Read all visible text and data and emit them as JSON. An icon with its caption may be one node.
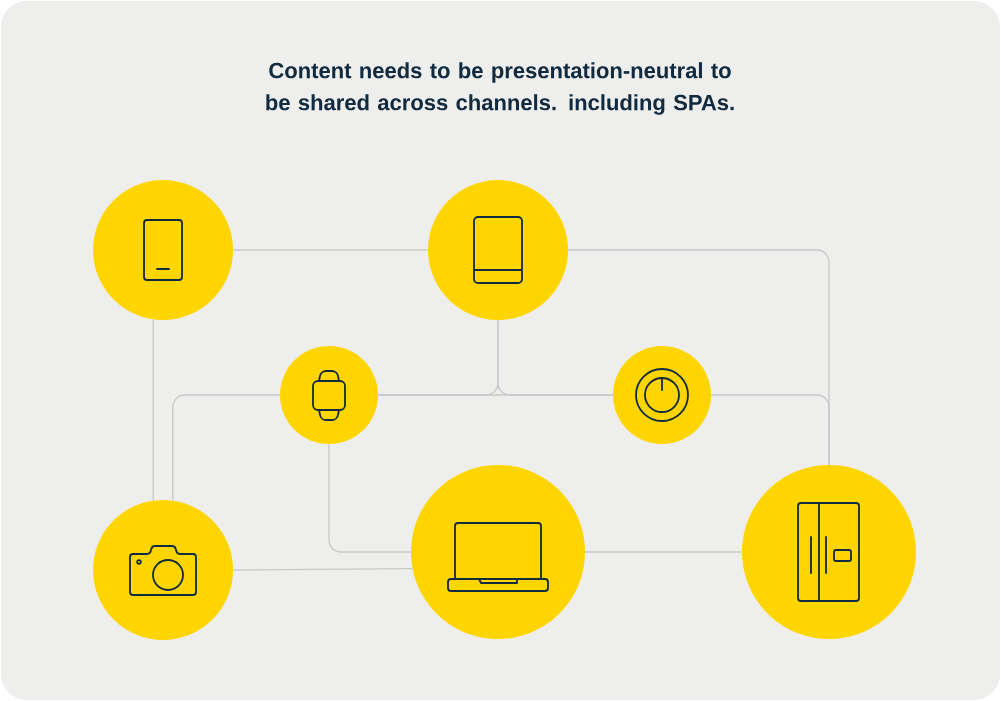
{
  "diagram": {
    "title": "Content needs to be presentation-neutral to be shared across channels. including SPAs.",
    "nodes": [
      {
        "text": [],
        "shape": "circle"
      },
      {
        "text": [],
        "shape": "circle"
      },
      {
        "text": [],
        "shape": "circle"
      },
      {
        "text": [],
        "shape": "circle"
      },
      {
        "text": [],
        "shape": "circle"
      },
      {
        "text": [],
        "shape": "circle"
      },
      {
        "text": [],
        "shape": "circle"
      }
    ],
    "edges": [
      {
        "from": 0,
        "to": 1,
        "arrow": "none"
      },
      {
        "from": 0,
        "to": 4,
        "arrow": "none"
      },
      {
        "from": 1,
        "to": 6,
        "arrow": "none"
      },
      {
        "from": 1,
        "to": 2,
        "arrow": "none"
      },
      {
        "from": 1,
        "to": 3,
        "arrow": "none"
      },
      {
        "from": 2,
        "to": 3,
        "arrow": "none"
      },
      {
        "from": 2,
        "to": 4,
        "arrow": "none"
      },
      {
        "from": 2,
        "to": 5,
        "arrow": "none"
      },
      {
        "from": 4,
        "to": 5,
        "arrow": "none"
      },
      {
        "from": 5,
        "to": 6,
        "arrow": "none"
      },
      {
        "from": 3,
        "to": 6,
        "arrow": "none"
      }
    ]
  }
}
